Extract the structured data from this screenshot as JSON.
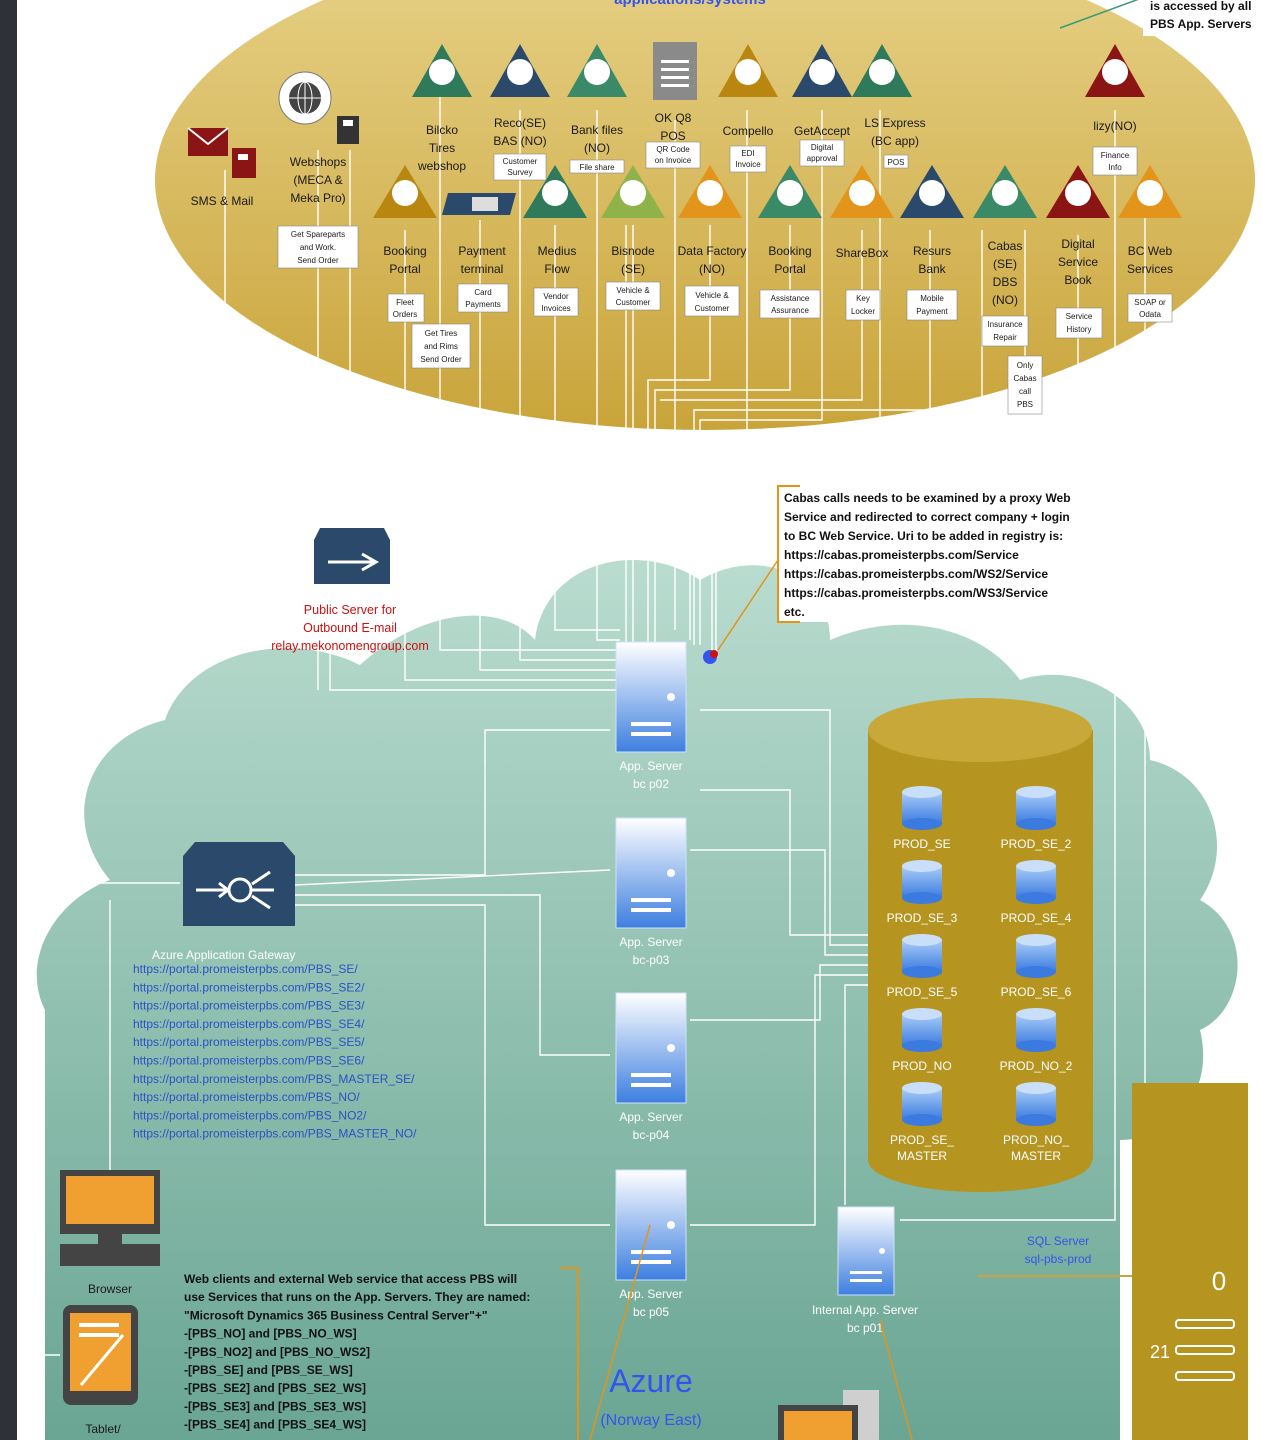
{
  "header": {
    "top_title": "applications/systems",
    "corner_note": [
      "is accessed by all",
      "PBS App. Servers"
    ]
  },
  "systems": [
    {
      "label": [
        "Bilcko",
        "Tires",
        "webshop"
      ],
      "sublabel": []
    },
    {
      "label": [
        "Reco(SE)",
        "BAS (NO)"
      ],
      "sublabel": [
        "Customer",
        "Survey"
      ]
    },
    {
      "label": [
        "Bank files",
        "(NO)"
      ],
      "sublabel": [
        "File share"
      ]
    },
    {
      "label": [
        "OK Q8",
        "POS"
      ],
      "sublabel": [
        "QR Code",
        "on Invoice"
      ]
    },
    {
      "label": [
        "Compello"
      ],
      "sublabel": [
        "EDI",
        "Invoice"
      ]
    },
    {
      "label": [
        "GetAccept"
      ],
      "sublabel": [
        "Digital",
        "approval"
      ]
    },
    {
      "label": [
        "LS Express",
        "(BC app)"
      ],
      "sublabel": [
        "POS"
      ]
    },
    {
      "label": [
        "lizy(NO)"
      ],
      "sublabel": [
        "Finance",
        "Info"
      ]
    },
    {
      "label": [
        "Webshops",
        "(MECA &",
        "Meka Pro)"
      ],
      "sublabel": [
        "Get Spareparts",
        "and Work.",
        "Send Order"
      ]
    },
    {
      "label": [
        "SMS & Mail"
      ],
      "sublabel": []
    },
    {
      "label": [
        "Booking",
        "Portal"
      ],
      "sublabel": [
        "Fleet",
        "Orders"
      ]
    },
    {
      "label": [
        "Payment",
        "terminal"
      ],
      "sublabel": [
        "Card",
        "Payments"
      ]
    },
    {
      "label": [
        "Medius",
        "Flow"
      ],
      "sublabel": [
        "Vendor",
        "Invoices"
      ]
    },
    {
      "label": [
        "Bisnode",
        "(SE)"
      ],
      "sublabel": [
        "Vehicle &",
        "Customer"
      ]
    },
    {
      "label": [
        "Data Factory",
        "(NO)"
      ],
      "sublabel": [
        "Vehicle &",
        "Customer"
      ]
    },
    {
      "label": [
        "Booking",
        "Portal"
      ],
      "sublabel": [
        "Assistance",
        "Assurance"
      ]
    },
    {
      "label": [
        "ShareBox"
      ],
      "sublabel": [
        "Key",
        "Locker"
      ]
    },
    {
      "label": [
        "Resurs",
        "Bank"
      ],
      "sublabel": [
        "Mobile",
        "Payment"
      ]
    },
    {
      "label": [
        "Cabas",
        "(SE)",
        "DBS",
        "(NO)"
      ],
      "sublabel": [
        "Insurance",
        "Repair"
      ]
    },
    {
      "label": [
        "Digital",
        "Service",
        "Book"
      ],
      "sublabel": [
        "Service",
        "History"
      ]
    },
    {
      "label": [
        "BC Web",
        "Services"
      ],
      "sublabel": [
        "SOAP or",
        "Odata"
      ]
    }
  ],
  "extra_notes": {
    "tires_rims": [
      "Get Tires",
      "and Rims",
      "Send Order"
    ],
    "cabas_only": [
      "Only",
      "Cabas",
      "call",
      "PBS"
    ]
  },
  "cabas_note": [
    "Cabas calls needs to be examined by a proxy Web",
    "Service and redirected to correct company + login",
    "to BC Web Service. Uri to be added in registry is:",
    "https://cabas.promeisterpbs.com/Service",
    "https://cabas.promeisterpbs.com/WS2/Service",
    "https://cabas.promeisterpbs.com/WS3/Service",
    "etc."
  ],
  "mail_relay": [
    "Public Server for",
    "Outbound E-mail",
    "relay.mekonomengroup.com"
  ],
  "app_servers": [
    {
      "label": [
        "App. Server",
        "bc p02"
      ]
    },
    {
      "label": [
        "App. Server",
        "bc-p03"
      ]
    },
    {
      "label": [
        "App. Server",
        "bc-p04"
      ]
    },
    {
      "label": [
        "App. Server",
        "bc p05"
      ]
    }
  ],
  "internal_server": [
    "Internal App. Server",
    "bc p01"
  ],
  "gateway": {
    "title": "Azure Application Gateway",
    "urls": [
      "https://portal.promeisterpbs.com/PBS_SE/",
      "https://portal.promeisterpbs.com/PBS_SE2/",
      "https://portal.promeisterpbs.com/PBS_SE3/",
      "https://portal.promeisterpbs.com/PBS_SE4/",
      "https://portal.promeisterpbs.com/PBS_SE5/",
      "https://portal.promeisterpbs.com/PBS_SE6/",
      "https://portal.promeisterpbs.com/PBS_MASTER_SE/",
      "https://portal.promeisterpbs.com/PBS_NO/",
      "https://portal.promeisterpbs.com/PBS_NO2/",
      "https://portal.promeisterpbs.com/PBS_MASTER_NO/"
    ]
  },
  "databases": [
    [
      "PROD_SE"
    ],
    [
      "PROD_SE_2"
    ],
    [
      "PROD_SE_3"
    ],
    [
      "PROD_SE_4"
    ],
    [
      "PROD_SE_5"
    ],
    [
      "PROD_SE_6"
    ],
    [
      "PROD_NO"
    ],
    [
      "PROD_NO_2"
    ],
    [
      "PROD_SE_",
      "MASTER"
    ],
    [
      "PROD_NO_",
      "MASTER"
    ]
  ],
  "sql_server": [
    "SQL Server",
    "sql-pbs-prod"
  ],
  "clients": {
    "browser": "Browser",
    "tablet": "Tablet/"
  },
  "web_clients_note": [
    "Web clients and external Web service that access PBS will",
    "use Services that runs on the App. Servers. They are named:",
    "\"Microsoft Dynamics 365 Business Central Server\"+\"",
    "-[PBS_NO] and [PBS_NO_WS]",
    "-[PBS_NO2] and [PBS_NO_WS2]",
    "-[PBS_SE] and [PBS_SE_WS]",
    "-[PBS_SE2] and [PBS_SE2_WS]",
    "-[PBS_SE3] and [PBS_SE3_WS]",
    "-[PBS_SE4] and [PBS_SE4_WS]"
  ],
  "azure": {
    "title": "Azure",
    "region": "(Norway East)"
  },
  "page_number": "21",
  "colors": {
    "ellipse": "#d8b84e",
    "cloud": "#8dbfae",
    "db": "#b5941f",
    "sidebar": "#2e3238",
    "tri_green": "#2f7a5a",
    "tri_blue": "#2b4a6b",
    "tri_orange": "#e3941b",
    "tri_red": "#8b1515",
    "tri_olive": "#b9870f"
  }
}
